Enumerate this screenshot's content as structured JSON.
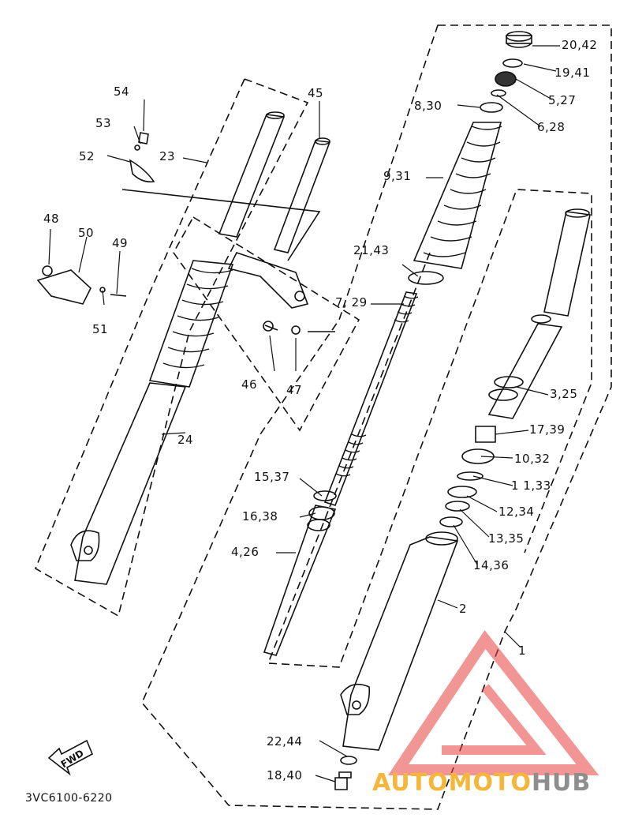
{
  "callouts": {
    "c54": "54",
    "c53": "53",
    "c52": "52",
    "c23": "23",
    "c45": "45",
    "c48": "48",
    "c50": "50",
    "c49": "49",
    "c51": "51",
    "c46": "46",
    "c47": "47",
    "c24": "24",
    "c20_42": "20,42",
    "c19_41": "19,41",
    "c5_27": "5,27",
    "c8_30": "8,30",
    "c6_28": "6,28",
    "c9_31": "9,31",
    "c21_43": "21,43",
    "c7_29": "7, 29",
    "c3_25": "3,25",
    "c17_39": "17,39",
    "c10_32": "10,32",
    "c11_33": "1 1,33",
    "c12_34": "12,34",
    "c13_35": "13,35",
    "c14_36": "14,36",
    "c15_37": "15,37",
    "c16_38": "16,38",
    "c4_26": "4,26",
    "c2": "2",
    "c1": "1",
    "c22_44": "22,44",
    "c18_40": "18,40"
  },
  "diagram_code": "3VC6100-6220",
  "fwd_label": "FWD",
  "watermark": {
    "part1": "AUTOMOTO",
    "part2": "HUB",
    "color1": "#f5b63a",
    "color2": "#8e8e8e",
    "triangle_color": "#e84040"
  }
}
